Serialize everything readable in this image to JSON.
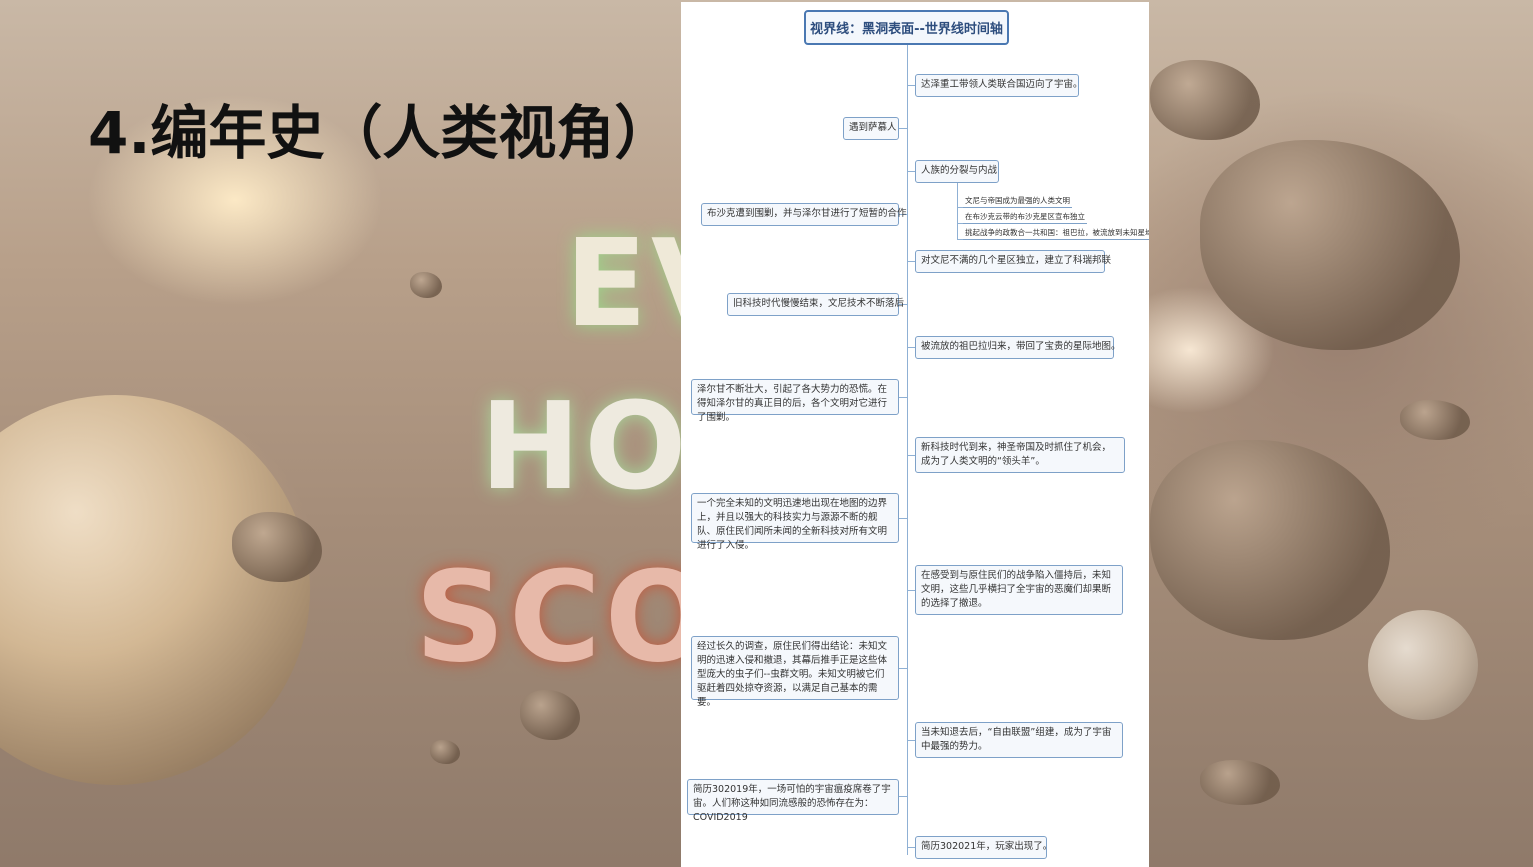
{
  "slide": {
    "title": "4.编年史（人类视角）",
    "background_logo_text": [
      "EV",
      "HO",
      "SCO"
    ]
  },
  "mindmap": {
    "root": "视界线：黑洞表面--世界线时间轴",
    "nodes": [
      {
        "text": "达泽重工带领人类联合国迈向了宇宙。"
      },
      {
        "text": "遇到萨慕人"
      },
      {
        "text": "人族的分裂与内战",
        "children": [
          "文尼与帝国成为最强的人类文明",
          "在布沙克云带的布沙克星区宣布独立",
          "挑起战争的政教合一共和国：祖巴拉，被流放到未知星域"
        ]
      },
      {
        "text": "布沙克遭到围剿，并与泽尔甘进行了短暂的合作"
      },
      {
        "text": "对文尼不满的几个星区独立，建立了科瑞邦联"
      },
      {
        "text": "旧科技时代慢慢结束，文尼技术不断落后"
      },
      {
        "text": "被流放的祖巴拉归来，带回了宝贵的星际地图。"
      },
      {
        "text": "泽尔甘不断壮大，引起了各大势力的恐慌。在得知泽尔甘的真正目的后，各个文明对它进行了围剿。"
      },
      {
        "text": "新科技时代到来，神圣帝国及时抓住了机会，成为了人类文明的“领头羊”。"
      },
      {
        "text": "一个完全未知的文明迅速地出现在地图的边界上，并且以强大的科技实力与源源不断的舰队、原住民们闻所未闻的全新科技对所有文明进行了入侵。"
      },
      {
        "text": "在感受到与原住民们的战争陷入僵持后，未知文明，这些几乎横扫了全宇宙的恶魔们却果断的选择了撤退。"
      },
      {
        "text": "经过长久的调查，原住民们得出结论：未知文明的迅速入侵和撤退，其幕后推手正是这些体型庞大的虫子们--虫群文明。未知文明被它们驱赶着四处掠夺资源，以满足自己基本的需要。"
      },
      {
        "text": "当未知退去后，“自由联盟”组建，成为了宇宙中最强的势力。"
      },
      {
        "text": "简历302019年，一场可怕的宇宙瘟疫席卷了宇宙。人们称这种如同流感般的恐怖存在为：COVID2019"
      },
      {
        "text": "简历302021年，玩家出现了。"
      }
    ]
  },
  "colors": {
    "accent": "#4a78b2",
    "node_border": "#7ea1c8",
    "title": "#111111"
  }
}
